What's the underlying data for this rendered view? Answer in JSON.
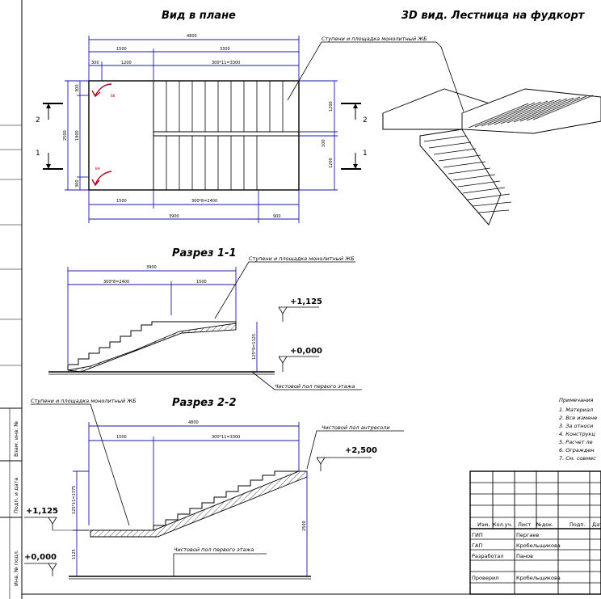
{
  "titles": {
    "plan": "Вид в плане",
    "view3d": "3D вид. Лестница на фудкорт",
    "section11": "Разрез 1-1",
    "section22": "Разрез 2-2"
  },
  "callouts": {
    "monolith": "Ступени и площадка монолитный ЖБ",
    "floor1": "Чистовой пол первого этажа",
    "mezzanine": "Чистовой пол антресоли"
  },
  "levels": {
    "l1125": "+1,125",
    "l0000": "+0,000",
    "l2500": "+2,500"
  },
  "section_marks": {
    "two": "2",
    "one": "1"
  },
  "plan_dims": {
    "total_top": "4800",
    "landing_top": "1500",
    "flight_top": "3300",
    "gap": "300",
    "landing_inner": "1200",
    "steps_top": "300*11=3300",
    "landing_bottom": "1500",
    "steps_bottom": "300*8=2400",
    "overall_bottom": "3900",
    "right_bottom": "900",
    "left_top": "300",
    "left_mid": "1900",
    "left_total": "2500",
    "left_bottom": "300",
    "right_top": "1200",
    "right_mid": "100",
    "right_bottom2": "1200",
    "arrow_up": "ВВ",
    "arrow_dn": "ВН"
  },
  "sec11_dims": {
    "total": "3900",
    "steps": "300*8=2400",
    "landing": "1500",
    "rise": "125*9=1125"
  },
  "sec22_dims": {
    "total": "4800",
    "landing": "1500",
    "steps": "300*11=3300",
    "rise": "125*11=1375",
    "height": "2500",
    "base": "1125"
  },
  "notes": {
    "heading": "Примечания",
    "items": [
      "1.  Материал",
      "2.  Все измене",
      "3.  За относи",
      "4.  Конструкц",
      "5.  Расчет ле",
      "6.  Огражден",
      "7.  См. совмес"
    ]
  },
  "title_block": {
    "header": [
      "Изм.",
      "Кол.уч.",
      "Лист",
      "№док.",
      "Подп.",
      "Дат"
    ],
    "rows": [
      {
        "role": "ГИП",
        "name": "Пергаев"
      },
      {
        "role": "ГАП",
        "name": "Кробельщикова"
      },
      {
        "role": "Разработал",
        "name": "Панов"
      },
      {
        "role": "",
        "name": ""
      },
      {
        "role": "Проверил",
        "name": "Кробельщикова"
      }
    ]
  },
  "margin_labels": [
    "Взам. инв. №",
    "Подп. и дата",
    "Инв. № подл."
  ]
}
